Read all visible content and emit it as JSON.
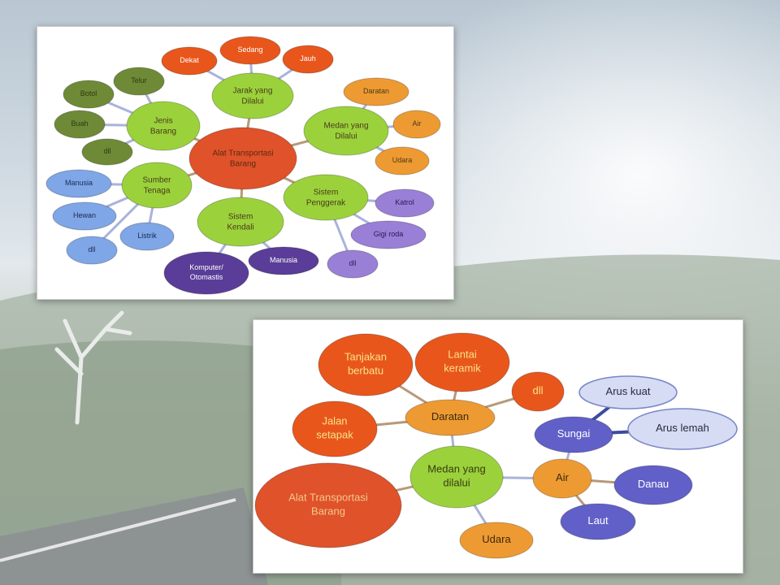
{
  "colors": {
    "center": "#e0522a",
    "green": "#9bd23c",
    "orange_dark": "#e9561b",
    "orange_light": "#ee9a33",
    "olive": "#6e8a36",
    "blue_light": "#7fa6e6",
    "purple_dark": "#5a3d98",
    "purple_light": "#9a7fd6",
    "indigo": "#6160c8",
    "lavender": "#d5dcf4",
    "edge": "#a9b3db",
    "edge_brown": "#b8997a"
  },
  "map1": {
    "center": "Alat Transportasi Barang",
    "jarak": {
      "label": "Jarak yang Dilalui",
      "children": [
        "Dekat",
        "Sedang",
        "Jauh"
      ]
    },
    "jenis": {
      "label": "Jenis Barang",
      "children": [
        "Telur",
        "Botol",
        "Buah",
        "dll"
      ]
    },
    "medan": {
      "label": "Medan yang Dilalui",
      "children": [
        "Daratan",
        "Air",
        "Udara"
      ]
    },
    "sumber": {
      "label": "Sumber Tenaga",
      "children": [
        "Manusia",
        "Hewan",
        "dll",
        "Listrik"
      ]
    },
    "kendali": {
      "label": "Sistem Kendali",
      "children": [
        "Komputer/ Otomastis",
        "Manusia"
      ]
    },
    "penggerak": {
      "label": "Sistem Penggerak",
      "children": [
        "Katrol",
        "Gigi roda",
        "dll"
      ]
    }
  },
  "map2": {
    "center": "Alat Transportasi Barang",
    "medan": "Medan yang dilalui",
    "daratan": {
      "label": "Daratan",
      "children": [
        "Tanjakan berbatu",
        "Lantai keramik",
        "dll",
        "Jalan setapak"
      ]
    },
    "air": {
      "label": "Air",
      "children": [
        "Danau",
        "Laut"
      ]
    },
    "sungai": {
      "label": "Sungai",
      "children": [
        "Arus kuat",
        "Arus lemah"
      ]
    },
    "udara": "Udara"
  }
}
